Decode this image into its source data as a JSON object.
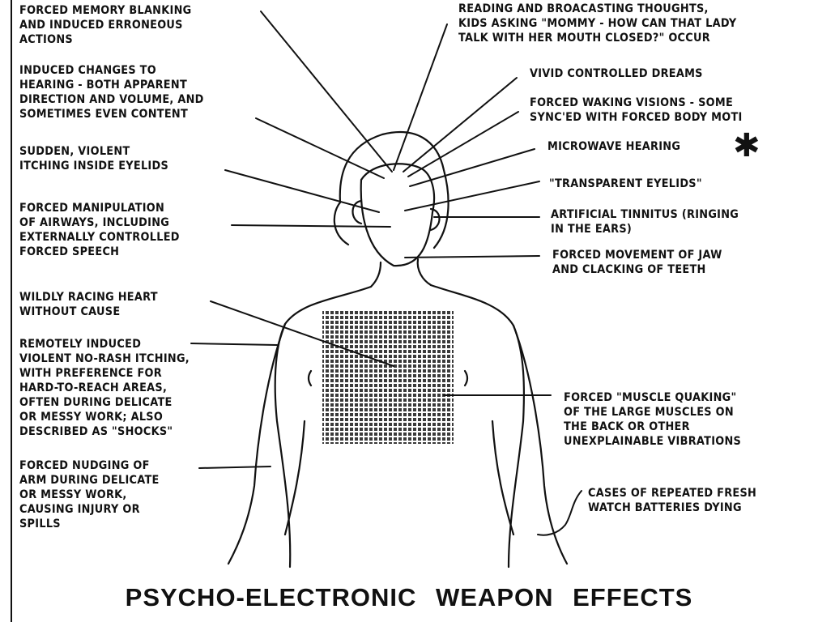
{
  "title": "PSYCHO-ELECTRONIC   WEAPON   EFFECTS",
  "colors": {
    "ink": "#111111",
    "background": "#ffffff"
  },
  "labels": {
    "forced_memory_blanking": [
      "FORCED MEMORY BLANKING",
      "AND INDUCED ERRONEOUS",
      "ACTIONS"
    ],
    "induced_changes_hearing": [
      "INDUCED CHANGES TO",
      "HEARING - BOTH APPARENT",
      "DIRECTION AND VOLUME, AND",
      "SOMETIMES EVEN CONTENT"
    ],
    "sudden_itching_eyelids": [
      "SUDDEN, VIOLENT",
      "ITCHING INSIDE EYELIDS"
    ],
    "forced_manipulation_airways": [
      "FORCED MANIPULATION",
      "OF AIRWAYS, INCLUDING",
      "EXTERNALLY CONTROLLED",
      "FORCED SPEECH"
    ],
    "wildly_racing_heart": [
      "WILDLY RACING HEART",
      "WITHOUT CAUSE"
    ],
    "remotely_induced_itching": [
      "REMOTELY INDUCED",
      "VIOLENT NO-RASH ITCHING,",
      "WITH PREFERENCE FOR",
      "HARD-TO-REACH AREAS,",
      "OFTEN DURING DELICATE",
      "OR MESSY WORK; ALSO",
      "DESCRIBED AS \"SHOCKS\""
    ],
    "forced_nudging_arm": [
      "FORCED NUDGING OF",
      "ARM DURING DELICATE",
      "OR MESSY WORK,",
      "CAUSING INJURY OR",
      "SPILLS"
    ],
    "reading_broadcasting": [
      "READING AND BROACASTING  THOUGHTS,",
      "KIDS ASKING \"MOMMY - HOW CAN THAT LADY",
      "TALK WITH HER MOUTH CLOSED?\" OCCUR"
    ],
    "vivid_dreams": [
      "VIVID CONTROLLED DREAMS"
    ],
    "waking_visions": [
      "FORCED WAKING VISIONS - SOME",
      "SYNC'ED WITH FORCED BODY MOTI"
    ],
    "microwave_hearing": [
      "MICROWAVE HEARING"
    ],
    "transparent_eyelids": [
      "\"TRANSPARENT EYELIDS\""
    ],
    "artificial_tinnitus": [
      "ARTIFICIAL TINNITUS (RINGING",
      "IN THE EARS)"
    ],
    "forced_jaw": [
      "FORCED MOVEMENT OF JAW",
      "AND CLACKING OF TEETH"
    ],
    "muscle_quaking": [
      "FORCED \"MUSCLE QUAKING\"",
      "OF THE LARGE MUSCLES ON",
      "THE BACK OR OTHER",
      "UNEXPLAINABLE VIBRATIONS"
    ],
    "watch_batteries": [
      "CASES OF REPEATED FRESH",
      "WATCH BATTERIES DYING"
    ]
  },
  "asterisk_symbol": "✱"
}
